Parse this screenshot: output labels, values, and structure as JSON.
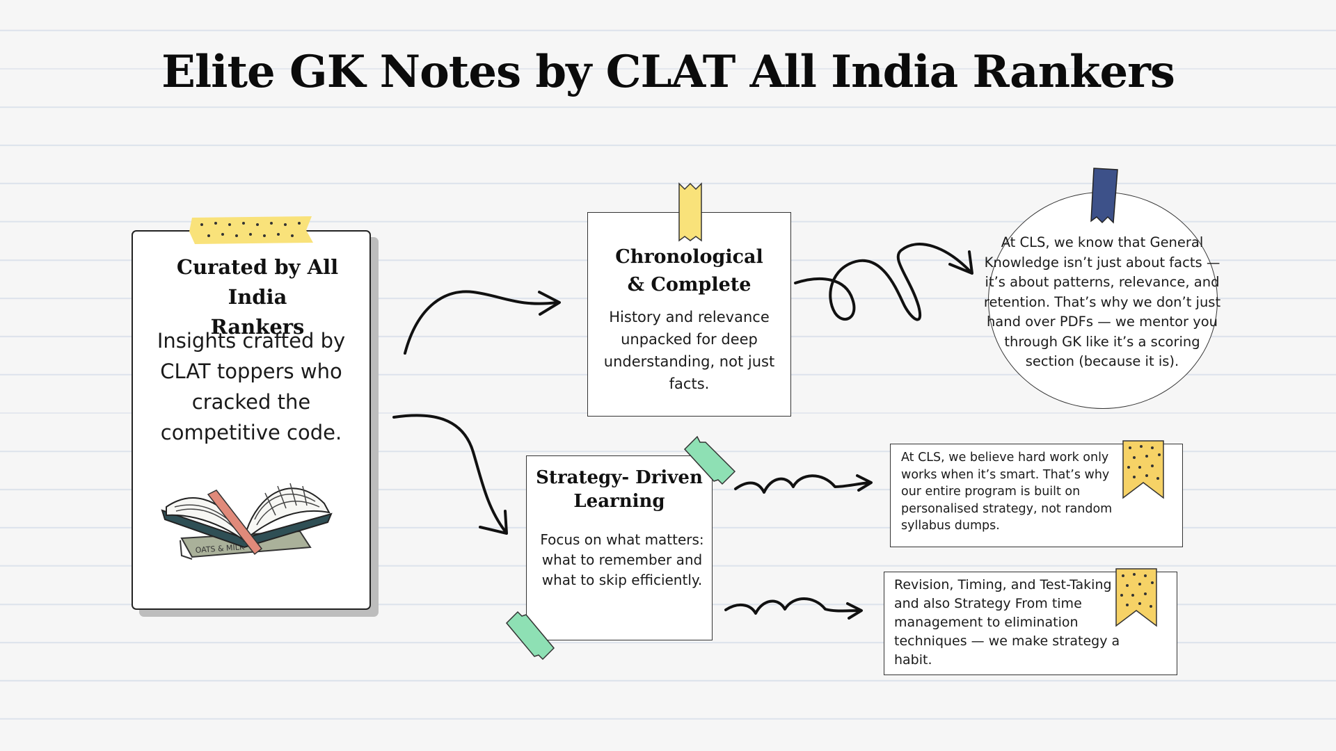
{
  "title": "Elite GK Notes by CLAT All India Rankers",
  "left_card": {
    "heading": [
      "Curated by All India",
      "Rankers"
    ],
    "body": [
      "Insights crafted by",
      "CLAT toppers who",
      "cracked the",
      "competitive code."
    ],
    "book_spine_text": "OATS & MILK"
  },
  "chrono_card": {
    "heading": [
      "Chronological",
      "& Complete"
    ],
    "body": [
      "History and relevance",
      "unpacked for deep",
      "understanding, not just",
      "facts."
    ]
  },
  "strategy_card": {
    "heading": [
      "Strategy- Driven",
      "Learning"
    ],
    "body": [
      "Focus on what matters:",
      "what to remember and",
      "what to skip efficiently."
    ]
  },
  "circle": {
    "text": [
      "At CLS, we know that General",
      "Knowledge isn’t just about facts —",
      "it’s about patterns, relevance, and",
      "retention. That’s why we don’t just",
      "hand over PDFs — we mentor you",
      "through GK like it’s a scoring",
      "section (because it is)."
    ]
  },
  "box_smart": {
    "text": [
      "At CLS, we believe hard work only",
      "works when it’s smart. That’s why",
      "our entire program is built on",
      "personalised strategy, not random",
      "syllabus dumps."
    ]
  },
  "box_revision": {
    "text": [
      "Revision, Timing, and Test-Taking",
      "and also Strategy From time",
      "management to elimination",
      "techniques — we make strategy a",
      "habit."
    ]
  },
  "colors": {
    "tape_yellow": "#f9e27a",
    "tape_green": "#8ee0b4",
    "tape_blue": "#3d5189",
    "bookmark_yellow": "#f6d266",
    "bookmark_red": "#e08a7a"
  },
  "icons": [
    "open-book-icon",
    "tape-icon",
    "bookmark-ribbon-icon",
    "curved-arrow-icon",
    "squiggle-arrow-icon",
    "loop-arrow-icon"
  ]
}
